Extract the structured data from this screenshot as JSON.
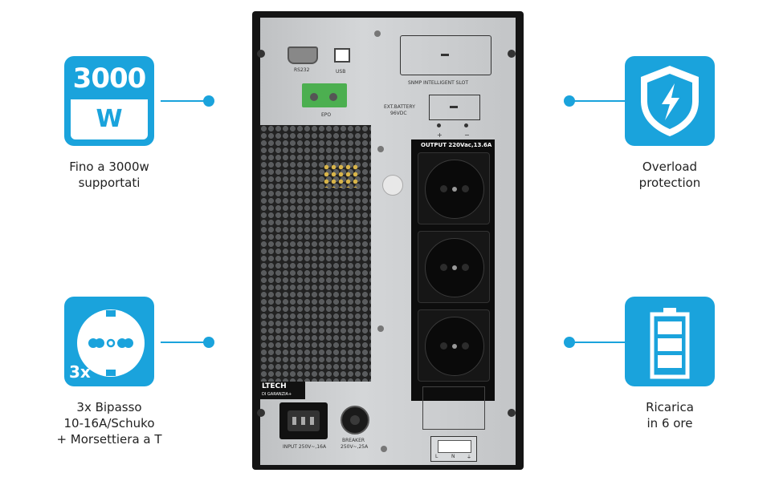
{
  "colors": {
    "accent": "#1aa3dc",
    "panel_silver": "#c9cbcd",
    "frame_black": "#151515",
    "terminal_green": "#4caf50"
  },
  "features": {
    "power": {
      "value": "3000",
      "unit": "W",
      "caption_lines": [
        "Fino a 3000w",
        "supportati"
      ]
    },
    "outlets": {
      "count": "3x",
      "icon": "schuko-socket-icon",
      "caption_lines": [
        "3x Bipasso",
        "10-16A/Schuko",
        "+ Morsettiera a T"
      ]
    },
    "overload": {
      "icon": "shield-lightning-icon",
      "caption_lines": [
        "Overload",
        "protection"
      ]
    },
    "charging": {
      "icon": "battery-icon",
      "caption_lines": [
        "Ricarica",
        "in 6 ore"
      ]
    }
  },
  "ups_panel": {
    "rs232": "RS232",
    "usb": "USB",
    "snmp": "SNMP INTELLIGENT SLOT",
    "epo": "EPO",
    "ext_battery_line1": "EXT.BATTERY",
    "ext_battery_line2": "96VDC",
    "plus": "+",
    "minus": "−",
    "output": "OUTPUT 220Vac,13.6A",
    "brand": "LTECH",
    "warranty": "DI GARANZIA+",
    "input": "INPUT 250V~,16A",
    "breaker_line1": "BREAKER",
    "breaker_line2": "250V~,25A",
    "terminal_l": "L",
    "terminal_n": "N",
    "terminal_e": "⏚"
  }
}
